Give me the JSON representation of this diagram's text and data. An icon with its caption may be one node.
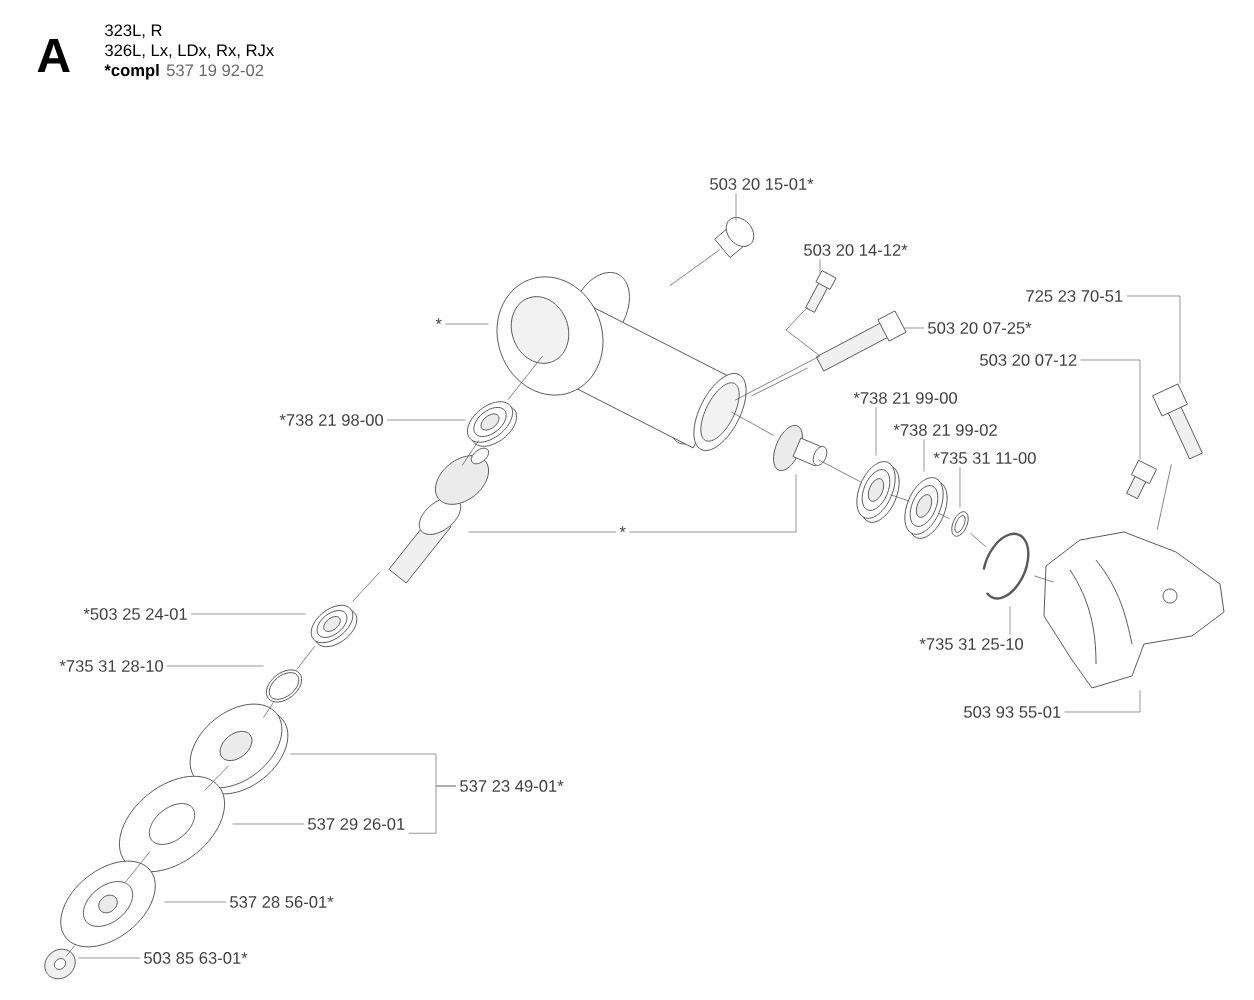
{
  "diagram": {
    "nodes": [
      {
        "text": [
          "503 20 15-01*"
        ]
      },
      {
        "text": [
          "503 20 14-12*"
        ]
      },
      {
        "text": [
          "503 20 07-25*"
        ]
      },
      {
        "text": [
          "725 23 70-51"
        ]
      },
      {
        "text": [
          "503 20 07-12"
        ]
      },
      {
        "text": [
          "*738 21 99-00"
        ]
      },
      {
        "text": [
          "*738 21 99-02"
        ]
      },
      {
        "text": [
          "*735 31 11-00"
        ]
      },
      {
        "text": [
          "*735 31 25-10"
        ]
      },
      {
        "text": [
          "503 93 55-01"
        ]
      },
      {
        "text": [
          "*"
        ]
      },
      {
        "text": [
          "*738 21 98-00"
        ]
      },
      {
        "text": [
          "*"
        ]
      },
      {
        "text": [
          "*503 25 24-01"
        ]
      },
      {
        "text": [
          "*735 31 28-10"
        ]
      },
      {
        "text": [
          "537 23 49-01*"
        ]
      },
      {
        "text": [
          "537 29 26-01"
        ]
      },
      {
        "text": [
          "537 28 56-01*"
        ]
      },
      {
        "text": [
          "503 85 63-01*"
        ]
      },
      {
        "text": [],
        "shape": "picture"
      },
      {
        "text": [],
        "shape": "picture"
      },
      {
        "text": [],
        "shape": "picture"
      },
      {
        "text": [],
        "shape": "picture"
      },
      {
        "text": [],
        "shape": "picture"
      },
      {
        "text": [],
        "shape": "picture"
      },
      {
        "text": [],
        "shape": "picture"
      },
      {
        "text": [],
        "shape": "picture"
      },
      {
        "text": [],
        "shape": "picture"
      },
      {
        "text": [],
        "shape": "picture"
      },
      {
        "text": [],
        "shape": "picture"
      },
      {
        "text": [],
        "shape": "picture"
      },
      {
        "text": [],
        "shape": "picture"
      },
      {
        "text": [],
        "shape": "picture"
      },
      {
        "text": [],
        "shape": "picture"
      },
      {
        "text": [],
        "shape": "picture"
      },
      {
        "text": [],
        "shape": "picture"
      },
      {
        "text": [],
        "shape": "picture"
      },
      {
        "text": [],
        "shape": "picture"
      },
      {
        "text": [],
        "shape": "picture"
      }
    ],
    "edges": [
      {
        "from": 0,
        "to": 20,
        "arrow": "none"
      },
      {
        "from": 1,
        "to": 21,
        "arrow": "none"
      },
      {
        "from": 2,
        "to": 22,
        "arrow": "none"
      },
      {
        "from": 3,
        "to": 23,
        "arrow": "none"
      },
      {
        "from": 4,
        "to": 24,
        "arrow": "none"
      },
      {
        "from": 5,
        "to": 25,
        "arrow": "none"
      },
      {
        "from": 6,
        "to": 26,
        "arrow": "none"
      },
      {
        "from": 7,
        "to": 27,
        "arrow": "none"
      },
      {
        "from": 8,
        "to": 28,
        "arrow": "none"
      },
      {
        "from": 9,
        "to": 29,
        "arrow": "none"
      },
      {
        "from": 10,
        "to": 19,
        "arrow": "none"
      },
      {
        "from": 11,
        "to": 30,
        "arrow": "none"
      },
      {
        "from": 12,
        "to": 31,
        "arrow": "none"
      },
      {
        "from": 12,
        "to": 32,
        "arrow": "none"
      },
      {
        "from": 13,
        "to": 33,
        "arrow": "none"
      },
      {
        "from": 14,
        "to": 34,
        "arrow": "none"
      },
      {
        "from": 15,
        "to": 35,
        "arrow": "none"
      },
      {
        "from": 16,
        "to": 36,
        "arrow": "none"
      },
      {
        "from": 17,
        "to": 37,
        "arrow": "none"
      },
      {
        "from": 18,
        "to": 38,
        "arrow": "none"
      },
      {
        "from": 15,
        "to": 16,
        "arrow": "none"
      },
      {
        "from": 19,
        "to": 30,
        "arrow": "none"
      },
      {
        "from": 30,
        "to": 31,
        "arrow": "none"
      },
      {
        "from": 31,
        "to": 33,
        "arrow": "none"
      },
      {
        "from": 33,
        "to": 34,
        "arrow": "none"
      },
      {
        "from": 34,
        "to": 35,
        "arrow": "none"
      },
      {
        "from": 35,
        "to": 36,
        "arrow": "none"
      },
      {
        "from": 36,
        "to": 37,
        "arrow": "none"
      },
      {
        "from": 37,
        "to": 38,
        "arrow": "none"
      },
      {
        "from": 19,
        "to": 32,
        "arrow": "none"
      },
      {
        "from": 32,
        "to": 25,
        "arrow": "none"
      },
      {
        "from": 25,
        "to": 26,
        "arrow": "none"
      },
      {
        "from": 26,
        "to": 27,
        "arrow": "none"
      },
      {
        "from": 27,
        "to": 28,
        "arrow": "none"
      },
      {
        "from": 28,
        "to": 29,
        "arrow": "none"
      },
      {
        "from": 20,
        "to": 19,
        "arrow": "none"
      },
      {
        "from": 22,
        "to": 19,
        "arrow": "none"
      },
      {
        "from": 21,
        "to": 19,
        "arrow": "none"
      },
      {
        "from": 23,
        "to": 29,
        "arrow": "none"
      }
    ],
    "labels": [
      "A",
      "323L, R",
      "326L, Lx, LDx, Rx, RJx",
      "*compl",
      "537 19 92-02"
    ]
  }
}
